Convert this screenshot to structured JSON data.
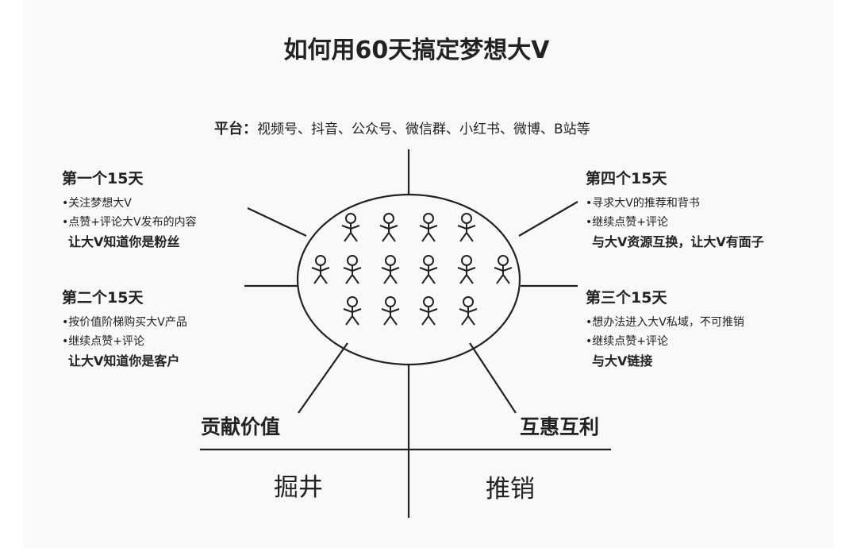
{
  "title": "如何用60天搞定梦想大V",
  "platform": {
    "label": "平台：",
    "value": "视频号、抖音、公众号、微信群、小红书、微博、B站等"
  },
  "phases": {
    "first": {
      "heading": "第一个15天",
      "bullets": [
        "•关注梦想大V",
        "•点赞+评论大V发布的内容"
      ],
      "key": "让大V知道你是粉丝"
    },
    "second": {
      "heading": "第二个15天",
      "bullets": [
        "•按价值阶梯购买大V产品",
        "•继续点赞+评论"
      ],
      "key": "让大V知道你是客户"
    },
    "third": {
      "heading": "第三个15天",
      "bullets": [
        "•想办法进入大V私域，不可推销",
        "•继续点赞+评论"
      ],
      "key": "与大V链接"
    },
    "fourth": {
      "heading": "第四个15天",
      "bullets": [
        "•寻求大V的推荐和背书",
        "•继续点赞+评论"
      ],
      "key": "与大V资源互换，让大V有面子"
    }
  },
  "bottom": {
    "left_label": "贡献价值",
    "right_label": "互惠互利",
    "left_quadrant": "掘井",
    "right_quadrant": "推销"
  },
  "figure_count": 14
}
